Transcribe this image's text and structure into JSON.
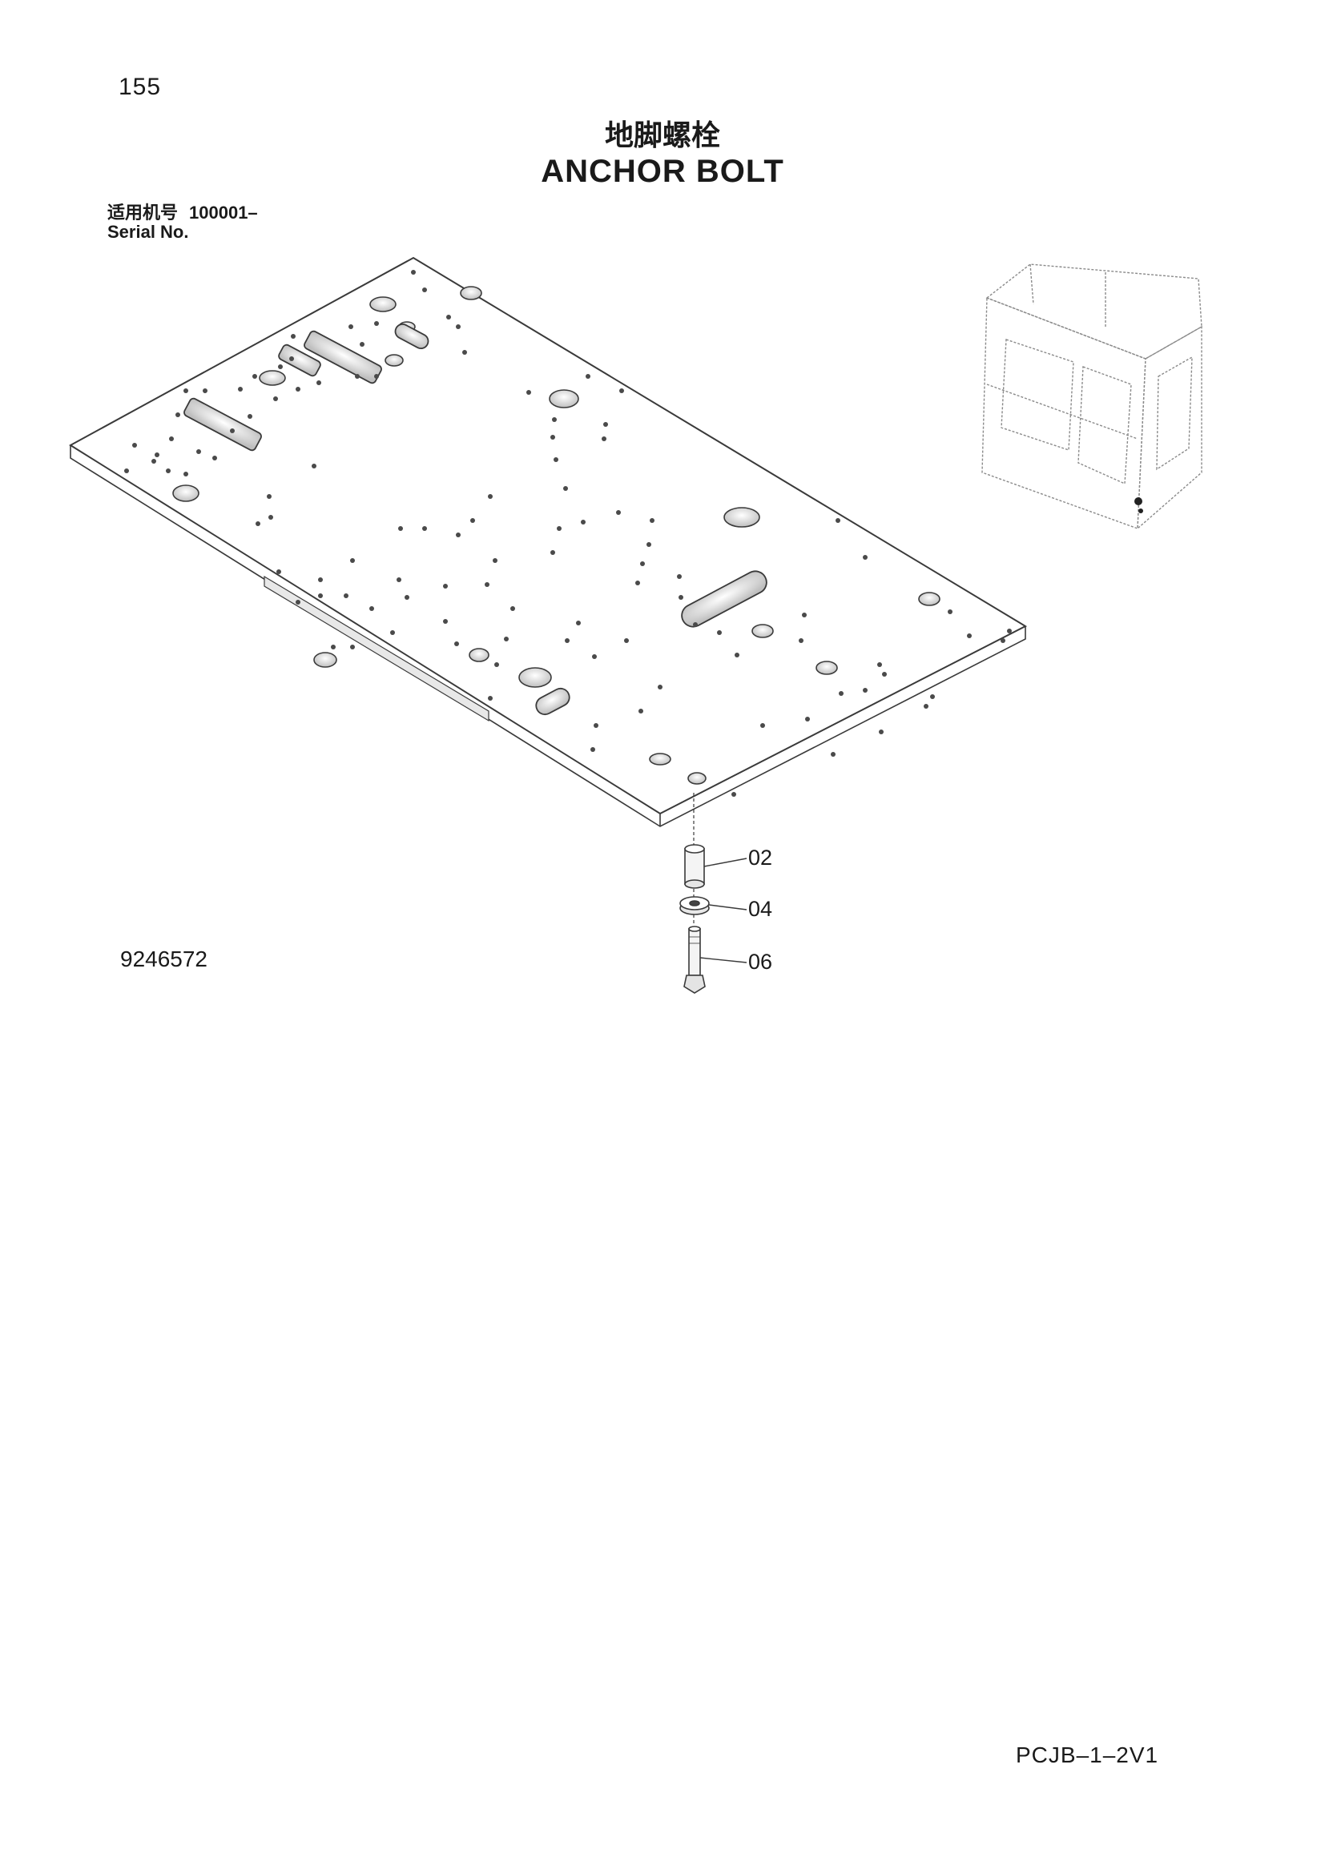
{
  "header": {
    "page_number": "155",
    "title_cn": "地脚螺栓",
    "title_en": "ANCHOR BOLT",
    "serial_label_cn": "适用机号",
    "serial_value": "100001–",
    "serial_label_en": "Serial No."
  },
  "diagram": {
    "callouts": [
      "02",
      "04",
      "06"
    ],
    "parts": [
      "floor-plate",
      "spacer",
      "washer",
      "bolt",
      "cab-thumbnail"
    ]
  },
  "footer": {
    "drawing_number": "9246572",
    "sheet_code": "PCJB–1–2V1"
  }
}
